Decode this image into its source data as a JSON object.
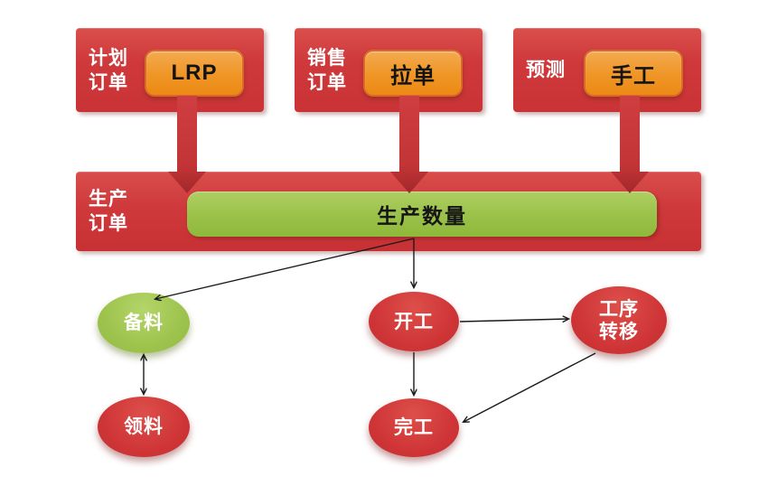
{
  "diagram": {
    "top_boxes": [
      {
        "name": "planned-order",
        "lines": [
          "计划",
          "订单"
        ],
        "button": "LRP"
      },
      {
        "name": "sales-order",
        "lines": [
          "销售",
          "订单"
        ],
        "button": "拉单"
      },
      {
        "name": "forecast",
        "lines": [
          "预测"
        ],
        "button": "手工"
      }
    ],
    "band": {
      "lines": [
        "生产",
        "订单"
      ],
      "quantity": "生产数量"
    },
    "nodes": {
      "prepare": {
        "label": "备料",
        "color": "green"
      },
      "pick": {
        "label": "领料",
        "color": "red"
      },
      "start": {
        "label": "开工",
        "color": "red"
      },
      "finish": {
        "label": "完工",
        "color": "red"
      },
      "transfer": {
        "lines": [
          "工序",
          "转移"
        ],
        "color": "red"
      }
    },
    "edges": [
      {
        "from": "生产数量",
        "to": "备料",
        "arrow": "single"
      },
      {
        "from": "生产数量",
        "to": "开工",
        "arrow": "single"
      },
      {
        "from": "备料",
        "to": "领料",
        "arrow": "double"
      },
      {
        "from": "开工",
        "to": "工序转移",
        "arrow": "single"
      },
      {
        "from": "开工",
        "to": "完工",
        "arrow": "single"
      },
      {
        "from": "工序转移",
        "to": "完工",
        "arrow": "single"
      }
    ],
    "feed_arrows": [
      {
        "from": "计划订单 / LRP"
      },
      {
        "from": "销售订单 / 拉单"
      },
      {
        "from": "预测 / 手工"
      }
    ],
    "colors": {
      "red_box": "#cf393b",
      "orange_button": "#ef9526",
      "green_bar": "#9cc24b",
      "green_node": "#9dc34c",
      "red_node": "#cf3537",
      "feed_arrow": "#b52f31",
      "connector": "#1a1a1a",
      "background": "#ffffff"
    }
  }
}
